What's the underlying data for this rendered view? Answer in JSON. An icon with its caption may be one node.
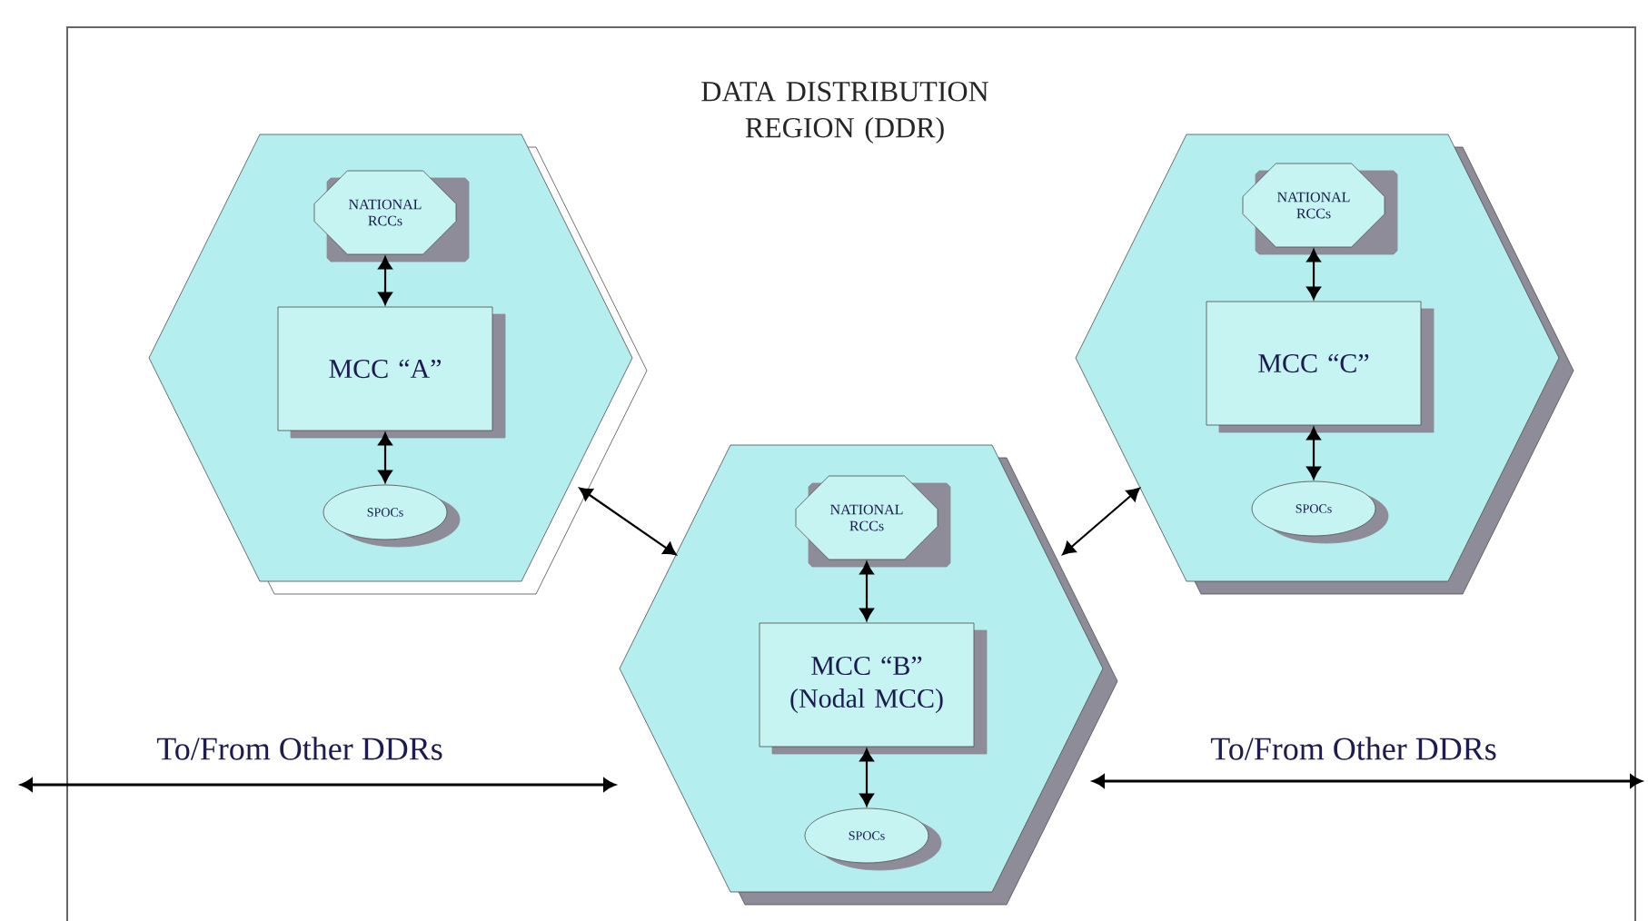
{
  "diagram": {
    "title": "DATA DISTRIBUTION REGION (DDR)",
    "nodes": [
      {
        "text": [],
        "shape": "hexagon"
      },
      {
        "text": [
          "NATIONAL RCCs"
        ],
        "in": 0
      },
      {
        "text": [
          "MCC “A”"
        ],
        "in": 0
      },
      {
        "text": [
          "SPOCs"
        ],
        "in": 0
      },
      {
        "text": [],
        "shape": "hexagon"
      },
      {
        "text": [
          "NATIONAL RCCs"
        ],
        "in": 4
      },
      {
        "text": [
          "MCC “C”"
        ],
        "in": 4
      },
      {
        "text": [
          "SPOCs"
        ],
        "in": 4
      },
      {
        "text": [],
        "shape": "hexagon"
      },
      {
        "text": [
          "NATIONAL RCCs"
        ],
        "in": 8
      },
      {
        "text": [
          "MCC “B” (Nodal MCC)"
        ],
        "in": 8
      },
      {
        "text": [
          "SPOCs"
        ],
        "in": 8
      }
    ],
    "edges": [
      {
        "from": 1,
        "to": 2,
        "arrow": "both"
      },
      {
        "from": 2,
        "to": 3,
        "arrow": "both"
      },
      {
        "from": 5,
        "to": 6,
        "arrow": "both"
      },
      {
        "from": 6,
        "to": 7,
        "arrow": "both"
      },
      {
        "from": 9,
        "to": 10,
        "arrow": "both"
      },
      {
        "from": 10,
        "to": 11,
        "arrow": "both"
      },
      {
        "from": 0,
        "to": 8,
        "arrow": "both"
      },
      {
        "from": 4,
        "to": 8,
        "arrow": "both"
      },
      {
        "from": null,
        "to": 8,
        "arrow": "both",
        "label": "To/From Other DDRs"
      },
      {
        "from": null,
        "to": 8,
        "arrow": "both",
        "label": "To/From Other DDRs"
      }
    ]
  }
}
